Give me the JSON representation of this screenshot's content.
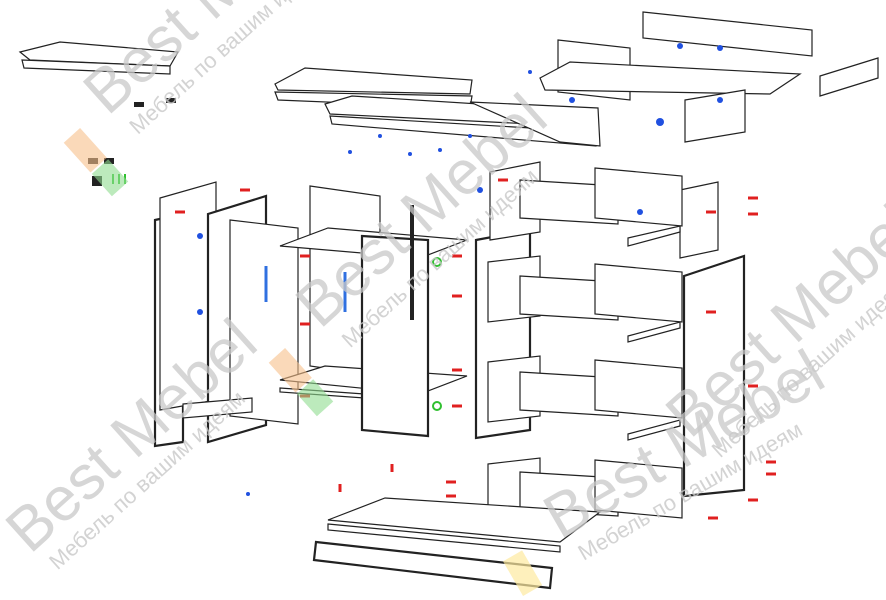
{
  "diagram": {
    "title": "Exploded assembly drawing of a chest of drawers",
    "watermark": {
      "brand": "Best Mebel",
      "tagline": "Мебель по вашим идеям",
      "logo_colors": [
        "#f6c08a",
        "#8fdc8f",
        "#fde9a0"
      ]
    },
    "fastener_colors": {
      "dowel": "#e02020",
      "cam": "#2050e0",
      "handle": "#3070e0",
      "green": "#30c030"
    }
  }
}
